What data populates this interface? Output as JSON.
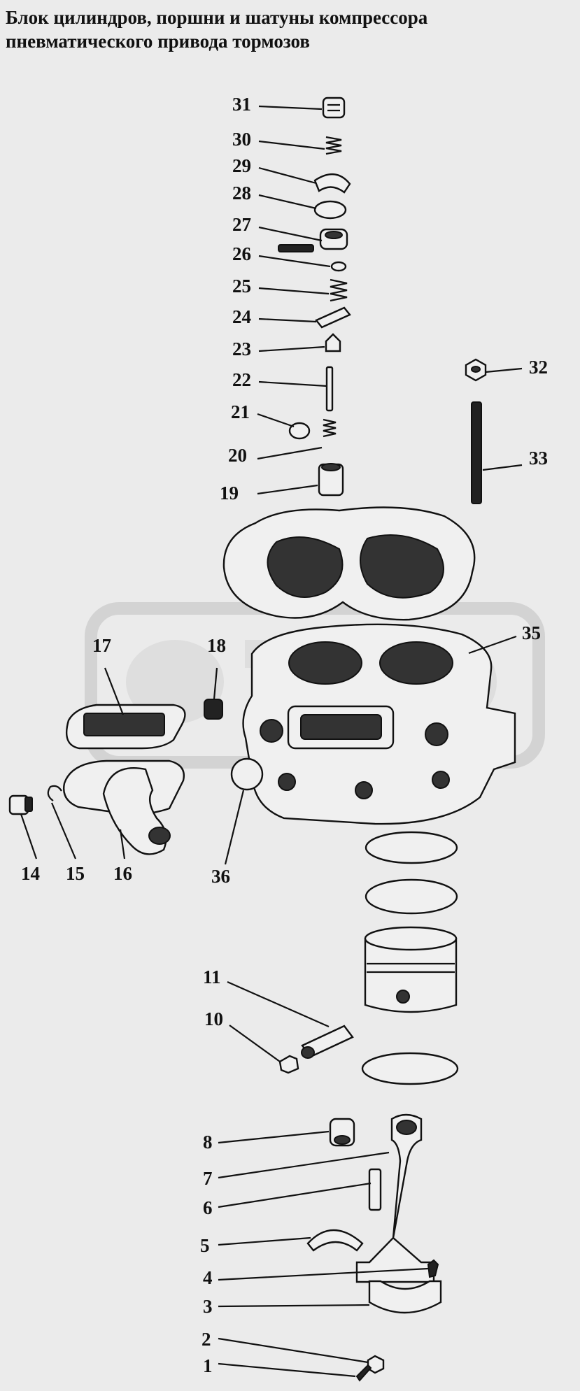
{
  "title": {
    "line1": "Блок цилиндров, поршни и шатуны компрессора",
    "line2": "пневматического привода тормозов"
  },
  "callouts": [
    {
      "id": "31",
      "label": "31"
    },
    {
      "id": "30",
      "label": "30"
    },
    {
      "id": "29",
      "label": "29"
    },
    {
      "id": "28",
      "label": "28"
    },
    {
      "id": "27",
      "label": "27"
    },
    {
      "id": "26",
      "label": "26"
    },
    {
      "id": "25",
      "label": "25"
    },
    {
      "id": "24",
      "label": "24"
    },
    {
      "id": "23",
      "label": "23"
    },
    {
      "id": "22",
      "label": "22"
    },
    {
      "id": "21",
      "label": "21"
    },
    {
      "id": "20",
      "label": "20"
    },
    {
      "id": "19",
      "label": "19"
    },
    {
      "id": "32",
      "label": "32"
    },
    {
      "id": "33",
      "label": "33"
    },
    {
      "id": "35",
      "label": "35"
    },
    {
      "id": "17",
      "label": "17"
    },
    {
      "id": "18",
      "label": "18"
    },
    {
      "id": "14",
      "label": "14"
    },
    {
      "id": "15",
      "label": "15"
    },
    {
      "id": "16",
      "label": "16"
    },
    {
      "id": "36",
      "label": "36"
    },
    {
      "id": "11",
      "label": "11"
    },
    {
      "id": "10",
      "label": "10"
    },
    {
      "id": "8",
      "label": "8"
    },
    {
      "id": "7",
      "label": "7"
    },
    {
      "id": "6",
      "label": "6"
    },
    {
      "id": "5",
      "label": "5"
    },
    {
      "id": "4",
      "label": "4"
    },
    {
      "id": "3",
      "label": "3"
    },
    {
      "id": "2",
      "label": "2"
    },
    {
      "id": "1",
      "label": "1"
    }
  ]
}
